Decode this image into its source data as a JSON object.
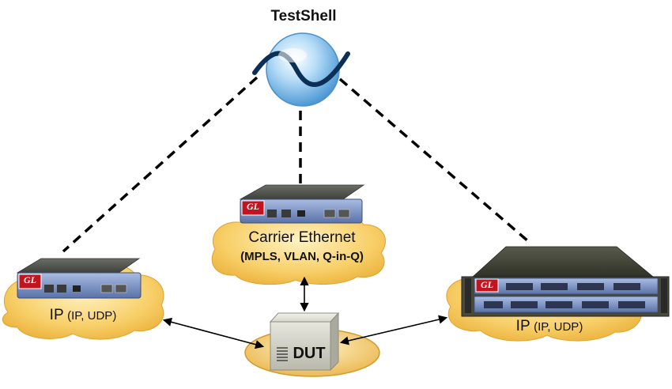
{
  "title": "TestShell",
  "nodes": {
    "left": {
      "label_main": "IP",
      "label_sub": "(IP, UDP)",
      "logo": "GL"
    },
    "center": {
      "label_main": "Carrier Ethernet",
      "label_sub": "(MPLS, VLAN, Q-in-Q)",
      "logo": "GL"
    },
    "right": {
      "label_main": "IP",
      "label_sub": "(IP, UDP)",
      "logo": "GL"
    },
    "dut": {
      "label": "DUT"
    }
  },
  "colors": {
    "cloud_fill": "#f6c65a",
    "cloud_edge": "#e2a833",
    "globe_fill": "#8fc8f2",
    "device_body": "#6f86b8",
    "logo_red": "#c0141e",
    "chassis_dark": "#3d4032"
  },
  "connections": [
    {
      "from": "globe",
      "to": "left",
      "style": "dashed"
    },
    {
      "from": "globe",
      "to": "center",
      "style": "dashed"
    },
    {
      "from": "globe",
      "to": "right",
      "style": "dashed"
    },
    {
      "from": "dut",
      "to": "left",
      "style": "double-arrow"
    },
    {
      "from": "dut",
      "to": "center",
      "style": "double-arrow"
    },
    {
      "from": "dut",
      "to": "right",
      "style": "double-arrow"
    }
  ]
}
